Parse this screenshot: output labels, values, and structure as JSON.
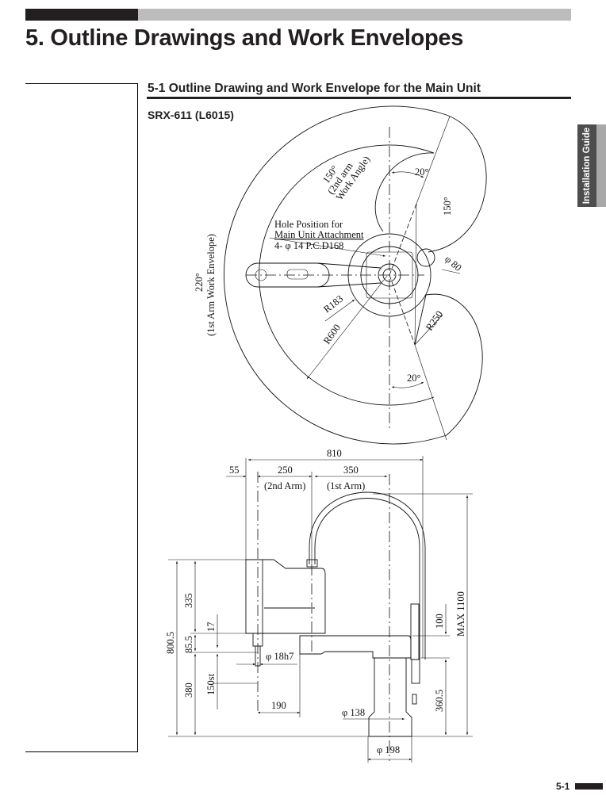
{
  "header": {
    "title": "5. Outline Drawings and Work Envelopes"
  },
  "section": {
    "heading": "5-1 Outline Drawing and Work Envelope for the Main Unit",
    "model": "SRX-611 (L6015)"
  },
  "side_tab": {
    "label": "Installation Guide"
  },
  "footer": {
    "page": "5-1"
  },
  "plan_view": {
    "arm2_angle": "150°",
    "arm2_angle_note1": "(2nd arm",
    "arm2_angle_note2": "Work Angle)",
    "angle_top": "20°",
    "angle_right": "150°",
    "hole_line1": "Hole Position for",
    "hole_line2": "Main Unit Attachment",
    "hole_line3": "4- φ 14 P.C.D168",
    "phi80": "φ 80",
    "r183": "R183",
    "r600": "R600",
    "r250": "R250",
    "angle_bottom": "20°",
    "arm1_angle": "220°",
    "arm1_note": "(1st Arm Work Envelope)"
  },
  "side_view": {
    "d810": "810",
    "d55": "55",
    "d250": "250",
    "d350": "350",
    "arm2": "(2nd Arm)",
    "arm1": "(1st Arm)",
    "d800_5": "800.5",
    "d335": "335",
    "d17": "17",
    "d85_5": "85.5",
    "d380": "380",
    "d150st": "150st",
    "phi18h7": "φ 18h7",
    "d190": "190",
    "phi138": "φ 138",
    "phi198": "φ 198",
    "d100": "100",
    "max1100": "MAX 1100",
    "d360_5": "360.5"
  }
}
